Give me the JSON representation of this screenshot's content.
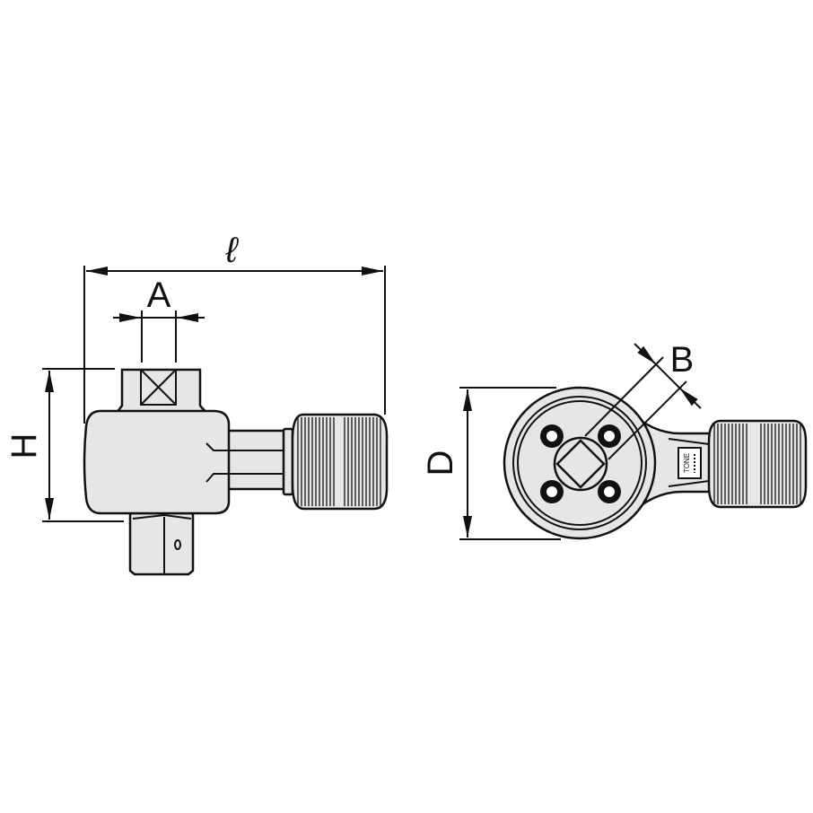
{
  "labels": {
    "length": "ℓ",
    "square_drive": "A",
    "height": "H",
    "width_across": "B",
    "diameter": "D",
    "brand": "TONE"
  },
  "colors": {
    "line": "#111111",
    "fill": "#e6e6e6",
    "background": "#ffffff"
  }
}
